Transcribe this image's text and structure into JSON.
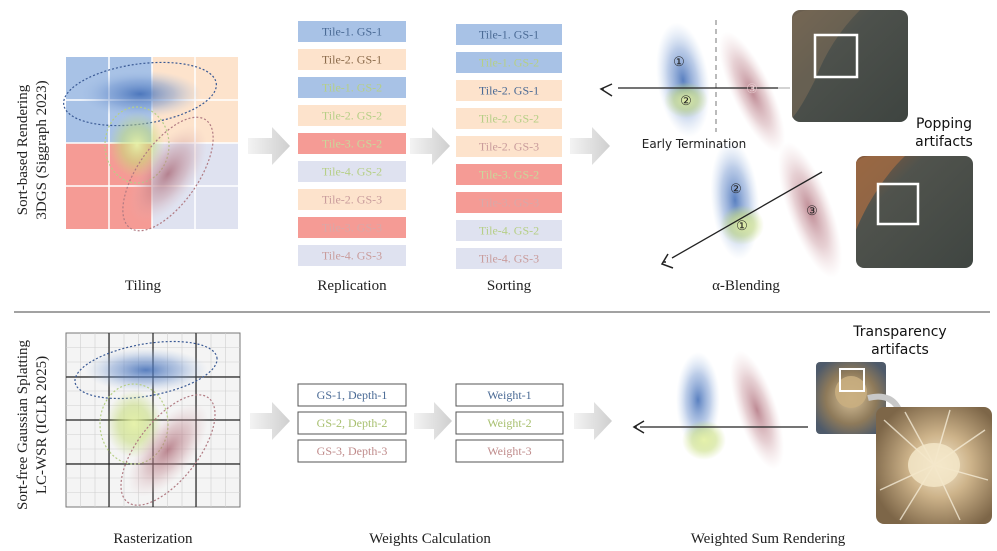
{
  "top": {
    "side_label_line1": "Sort-based Rendering",
    "side_label_line2": "3DGS (Siggraph 2023)",
    "captions": {
      "tiling": "Tiling",
      "replication": "Replication",
      "sorting": "Sorting",
      "blending": "α-Blending"
    },
    "replication_list": [
      {
        "text": "Tile-1. GS-1",
        "bg": "#a8c2e6",
        "fg": "#4a6a95"
      },
      {
        "text": "Tile-2. GS-1",
        "bg": "#fde3cc",
        "fg": "#8a6a4a"
      },
      {
        "text": "Tile-1. GS-2",
        "bg": "#a8c2e6",
        "fg": "#b6cf86"
      },
      {
        "text": "Tile-2. GS-2",
        "bg": "#fde3cc",
        "fg": "#b6cf86"
      },
      {
        "text": "Tile-3. GS-2",
        "bg": "#f59b95",
        "fg": "#c8d89a"
      },
      {
        "text": "Tile-4. GS-2",
        "bg": "#dfe2f0",
        "fg": "#b6cf86"
      },
      {
        "text": "Tile-2. GS-3",
        "bg": "#fde3cc",
        "fg": "#c99c9c"
      },
      {
        "text": "Tile-3. GS-3",
        "bg": "#f59b95",
        "fg": "#d8a8a8"
      },
      {
        "text": "Tile-4. GS-3",
        "bg": "#dfe2f0",
        "fg": "#c99c9c"
      }
    ],
    "sorting_list": [
      {
        "text": "Tile-1. GS-1",
        "bg": "#a8c2e6",
        "fg": "#4a6a95"
      },
      {
        "text": "Tile-1. GS-2",
        "bg": "#a8c2e6",
        "fg": "#b6cf86"
      },
      {
        "text": "Tile-2. GS-1",
        "bg": "#fde3cc",
        "fg": "#4a6a95"
      },
      {
        "text": "Tile-2. GS-2",
        "bg": "#fde3cc",
        "fg": "#b6cf86"
      },
      {
        "text": "Tile-2. GS-3",
        "bg": "#fde3cc",
        "fg": "#c99c9c"
      },
      {
        "text": "Tile-3. GS-2",
        "bg": "#f59b95",
        "fg": "#c8d89a"
      },
      {
        "text": "Tile-3. GS-3",
        "bg": "#f59b95",
        "fg": "#d8a8a8"
      },
      {
        "text": "Tile-4. GS-2",
        "bg": "#dfe2f0",
        "fg": "#b6cf86"
      },
      {
        "text": "Tile-4. GS-3",
        "bg": "#dfe2f0",
        "fg": "#c99c9c"
      }
    ],
    "early_termination": "Early Termination",
    "popping_line1": "Popping",
    "popping_line2": "artifacts",
    "nums": {
      "one": "①",
      "two": "②",
      "three": "③"
    }
  },
  "bottom": {
    "side_label_line1": "Sort-free Gaussian Splatting",
    "side_label_line2": "LC-WSR (ICLR 2025)",
    "captions": {
      "rasterization": "Rasterization",
      "weights": "Weights Calculation",
      "weighted": "Weighted Sum Rendering"
    },
    "depth_list": [
      {
        "text": "GS-1, Depth-1",
        "fg": "#4a6a95"
      },
      {
        "text": "GS-2, Depth-2",
        "fg": "#a8c070"
      },
      {
        "text": "GS-3, Depth-3",
        "fg": "#c08c8c"
      }
    ],
    "weight_list": [
      {
        "text": "Weight-1",
        "fg": "#4a6a95"
      },
      {
        "text": "Weight-2",
        "fg": "#a8c070"
      },
      {
        "text": "Weight-3",
        "fg": "#c08c8c"
      }
    ],
    "transparency_line1": "Transparency",
    "transparency_line2": "artifacts"
  },
  "colors": {
    "blue_gauss": "#4e74b8",
    "green_gauss": "#c6dc7a",
    "red_gauss": "#b26e78",
    "arrow": "#d9d9d9"
  }
}
